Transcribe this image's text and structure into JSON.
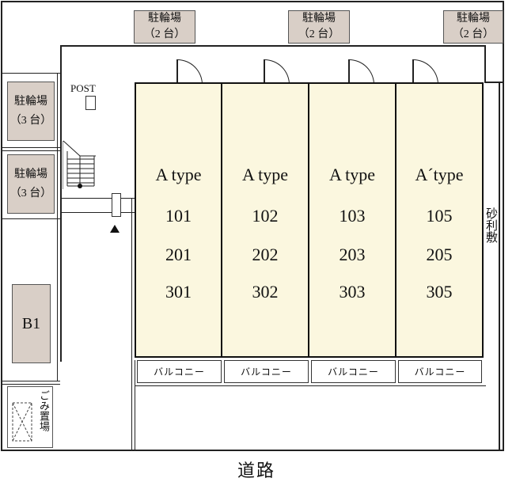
{
  "parking_top": [
    {
      "label": "駐輪場",
      "count": "（2 台）"
    },
    {
      "label": "駐輪場",
      "count": "（2 台）"
    },
    {
      "label": "駐輪場",
      "count": "（2 台）"
    }
  ],
  "parking_left": [
    {
      "label": "駐輪場",
      "count": "（3 台）"
    },
    {
      "label": "駐輪場",
      "count": "（3 台）"
    }
  ],
  "post_label": "POST",
  "b1_label": "B1",
  "garbage_label": "ごみ置場",
  "gravel_label": "砂利敷",
  "road_label": "道路",
  "units": [
    {
      "type": "A type",
      "rooms": [
        "101",
        "201",
        "301"
      ]
    },
    {
      "type": "A type",
      "rooms": [
        "102",
        "202",
        "302"
      ]
    },
    {
      "type": "A type",
      "rooms": [
        "103",
        "203",
        "303"
      ]
    },
    {
      "type": "A´type",
      "rooms": [
        "105",
        "205",
        "305"
      ]
    }
  ],
  "balcony_label": "バルコニー"
}
